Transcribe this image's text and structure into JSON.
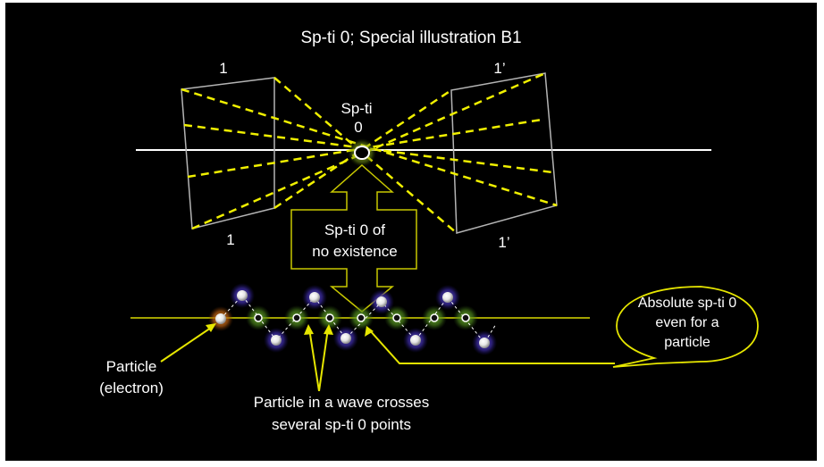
{
  "title": "Sp-ti 0; Special illustration  B1",
  "plane_labels": {
    "left_top": "1",
    "left_bottom": "1",
    "right_top": "1’",
    "right_bottom": "1’"
  },
  "center_point": {
    "label_line1": "Sp-ti",
    "label_line2": "0"
  },
  "arrow_box": {
    "line1": "Sp-ti 0 of",
    "line2": "no existence"
  },
  "callout": {
    "line1": "Absolute sp-ti 0",
    "line2": "even for a",
    "line3": "particle"
  },
  "particle_label": {
    "line1": "Particle",
    "line2": "(electron)"
  },
  "wave_label": {
    "line1": "Particle in a wave crosses",
    "line2": "several sp-ti 0 points"
  },
  "colors": {
    "background": "#000000",
    "text": "#ffffff",
    "axis_line": "#ffffff",
    "plane_outline": "#b4b4b4",
    "rays": "#f0f000",
    "arrow_outline": "#c8c800",
    "yellow_line": "#d7d700",
    "crossing_glow": "#5a9a1e",
    "particle_glow": "#3a2aa0",
    "start_glow": "#c86a10"
  }
}
